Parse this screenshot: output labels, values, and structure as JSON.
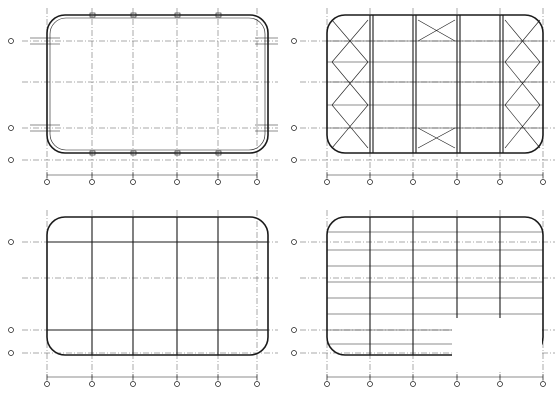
{
  "panels": [
    {
      "id": "p1",
      "caption": "",
      "kind": "roof-outline",
      "has_bracing": false,
      "has_purlins": false
    },
    {
      "id": "p2",
      "caption": "",
      "kind": "roof-bracing",
      "has_bracing": true,
      "has_purlins": true
    },
    {
      "id": "p3",
      "caption": "",
      "kind": "floor-frame",
      "has_bracing": false,
      "has_purlins": false
    },
    {
      "id": "p4",
      "caption": "",
      "kind": "floor-purlins",
      "has_bracing": false,
      "has_purlins": true
    }
  ],
  "notes": {
    "right_block": "",
    "bottom_mark": ""
  },
  "colors": {
    "line": "#1a1a1a",
    "axis": "#555555",
    "background": "#ffffff"
  }
}
